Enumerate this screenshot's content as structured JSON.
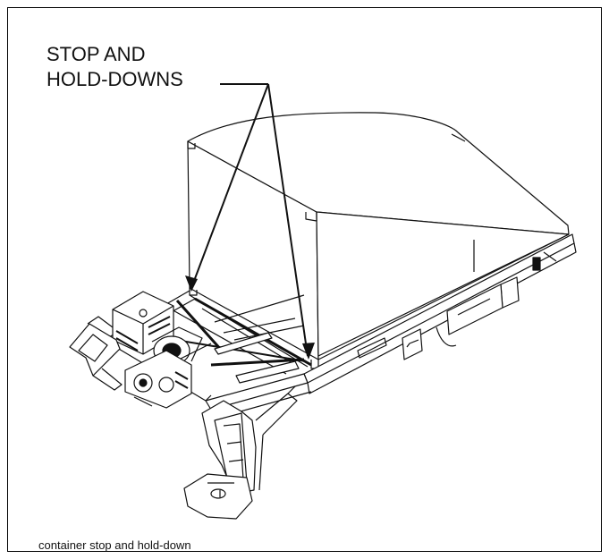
{
  "figure": {
    "callout_line1": "STOP AND",
    "callout_line2": "HOLD-DOWNS",
    "caption": "container stop and hold-down"
  },
  "colors": {
    "ink": "#111111",
    "paper": "#ffffff"
  }
}
